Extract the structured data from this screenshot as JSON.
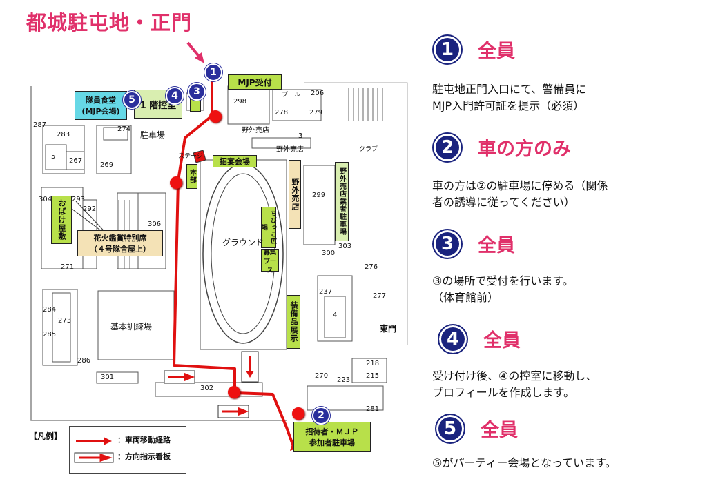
{
  "map": {
    "title": "都城駐屯地・正門",
    "callouts": {
      "mjp_reception": "MJP受付",
      "mess_hall": "隊員食堂\n(MJP会場)",
      "waiting_room": "1 階控室",
      "fireworks": "花火鑑賞特別席\n（４号隊舎屋上）",
      "guest_parking": "招待者・ＭＪＰ\n参加者駐車場"
    },
    "labels": {
      "parking": "駐車場",
      "reception_hall": "招宴会場",
      "outdoor_shop_top": "野外売店",
      "outdoor_shop_2": "野外売店",
      "outdoor_shop_v": "野外売店",
      "vendor_parking": "野外売店業者駐車場",
      "kids_plaza": "ちびっこ広場",
      "gathering": "募集ブース",
      "ground": "グラウンド",
      "equipment": "装備品展示",
      "training": "基本訓練場",
      "obake": "おばけ屋敷",
      "honbu": "本部",
      "stage": "ステージ",
      "pool": "プール",
      "club": "クラブ",
      "east_gate": "東門"
    },
    "numbers": [
      "298",
      "206",
      "278",
      "279",
      "3",
      "287",
      "283",
      "274",
      "5",
      "267",
      "269",
      "304",
      "293",
      "292",
      "306",
      "299",
      "303",
      "300",
      "276",
      "271",
      "237",
      "277",
      "284",
      "273",
      "285",
      "4",
      "286",
      "301",
      "302",
      "270",
      "223",
      "218",
      "215",
      "281"
    ],
    "markers": [
      "1",
      "2",
      "3",
      "4",
      "5"
    ],
    "legend": {
      "title": "【凡例】",
      "route": "：車両移動経路",
      "sign": "：方向指示看板"
    }
  },
  "steps": [
    {
      "num": "1",
      "heading": "全員",
      "desc": "駐屯地正門入口にて、警備員に\nMJP入門許可証を提示（必須）"
    },
    {
      "num": "2",
      "heading": "車の方のみ",
      "desc": "車の方は②の駐車場に停める（関係\n者の誘導に従ってください）"
    },
    {
      "num": "3",
      "heading": "全員",
      "desc": "③の場所で受付を行います。\n（体育館前）"
    },
    {
      "num": "4",
      "heading": "全員",
      "desc": "受け付け後、④の控室に移動し、\nプロフィールを作成します。"
    },
    {
      "num": "5",
      "heading": "全員",
      "desc": "⑤がパーティー会場となっています。"
    }
  ],
  "colors": {
    "accent": "#e0306a",
    "marker": "#1a237e",
    "route": "#e01010",
    "callout": "#b8e04a",
    "mess": "#66d8e6"
  }
}
